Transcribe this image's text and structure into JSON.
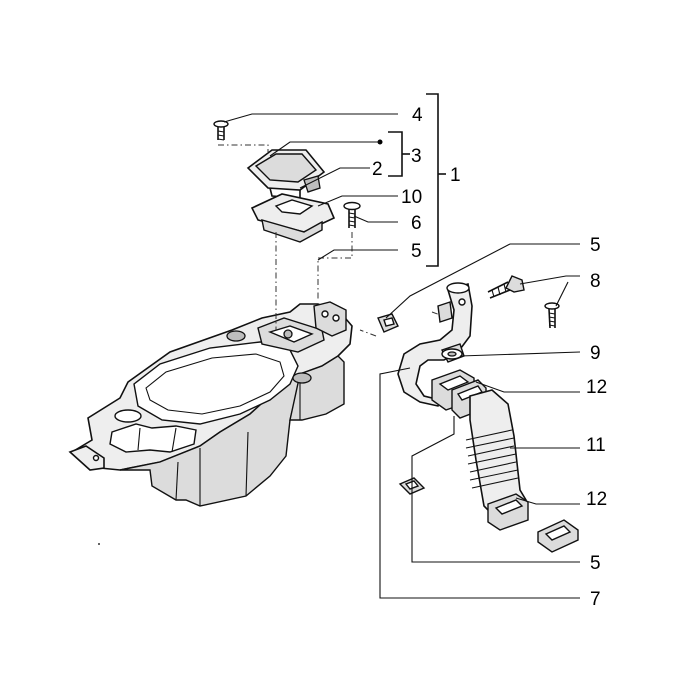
{
  "callouts": [
    {
      "id": "4",
      "label": "4"
    },
    {
      "id": "3",
      "label": "3"
    },
    {
      "id": "2",
      "label": "2"
    },
    {
      "id": "1",
      "label": "1"
    },
    {
      "id": "10",
      "label": "10"
    },
    {
      "id": "6",
      "label": "6"
    },
    {
      "id": "5a",
      "label": "5"
    },
    {
      "id": "5b",
      "label": "5"
    },
    {
      "id": "8",
      "label": "8"
    },
    {
      "id": "9",
      "label": "9"
    },
    {
      "id": "12a",
      "label": "12"
    },
    {
      "id": "11",
      "label": "11"
    },
    {
      "id": "12b",
      "label": "12"
    },
    {
      "id": "5c",
      "label": "5"
    },
    {
      "id": "7",
      "label": "7"
    }
  ]
}
